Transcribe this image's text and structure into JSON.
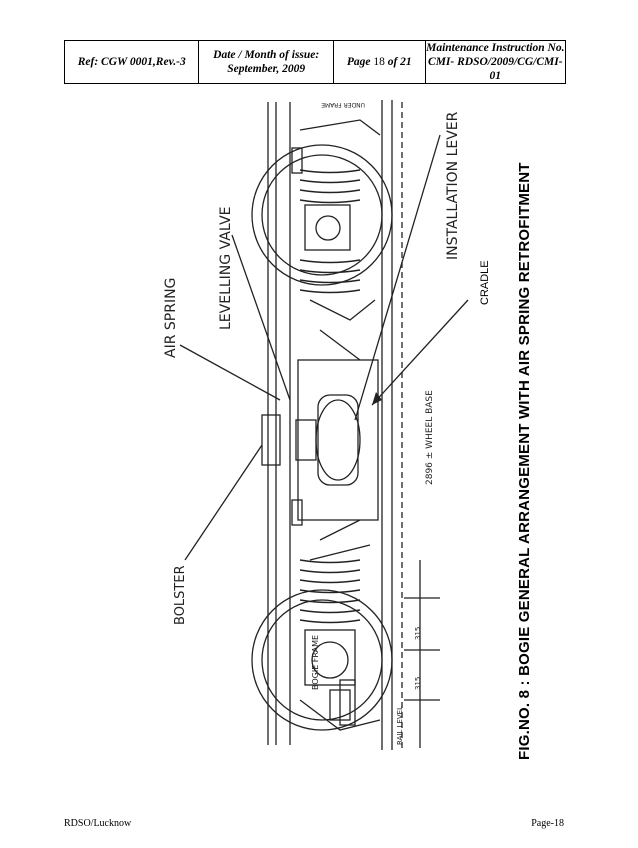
{
  "header": {
    "ref": "Ref: CGW 0001,Rev.-3",
    "date_label": "Date / Month of issue:",
    "date_value": "September, 2009",
    "page_prefix": "Page",
    "page_num": "18",
    "page_of": "of 21",
    "mi_label": "Maintenance Instruction No.",
    "mi_value": "CMI- RDSO/2009/CG/CMI-01"
  },
  "drawing": {
    "labels": {
      "air_spring": "AIR SPRING",
      "levelling_valve": "LEVELLING VALVE",
      "installation_lever": "INSTALLATION LEVER",
      "bolster": "BOLSTER",
      "bogie_frame": "BOGIE FRAME",
      "wheel_base": "2896 ± WHEEL BASE",
      "dim_1": "315",
      "dim_2": "315",
      "rail_level": "RAIL LEVEL",
      "under_frame": "UNDER FRAME"
    },
    "cradle": "CRADLE",
    "figure_title": "FIG.NO. 8 : BOGIE GENERAL ARRANGEMENT WITH AIR SPRING RETROFITMENT"
  },
  "footer": {
    "left": "RDSO/Lucknow",
    "right": "Page-18"
  }
}
